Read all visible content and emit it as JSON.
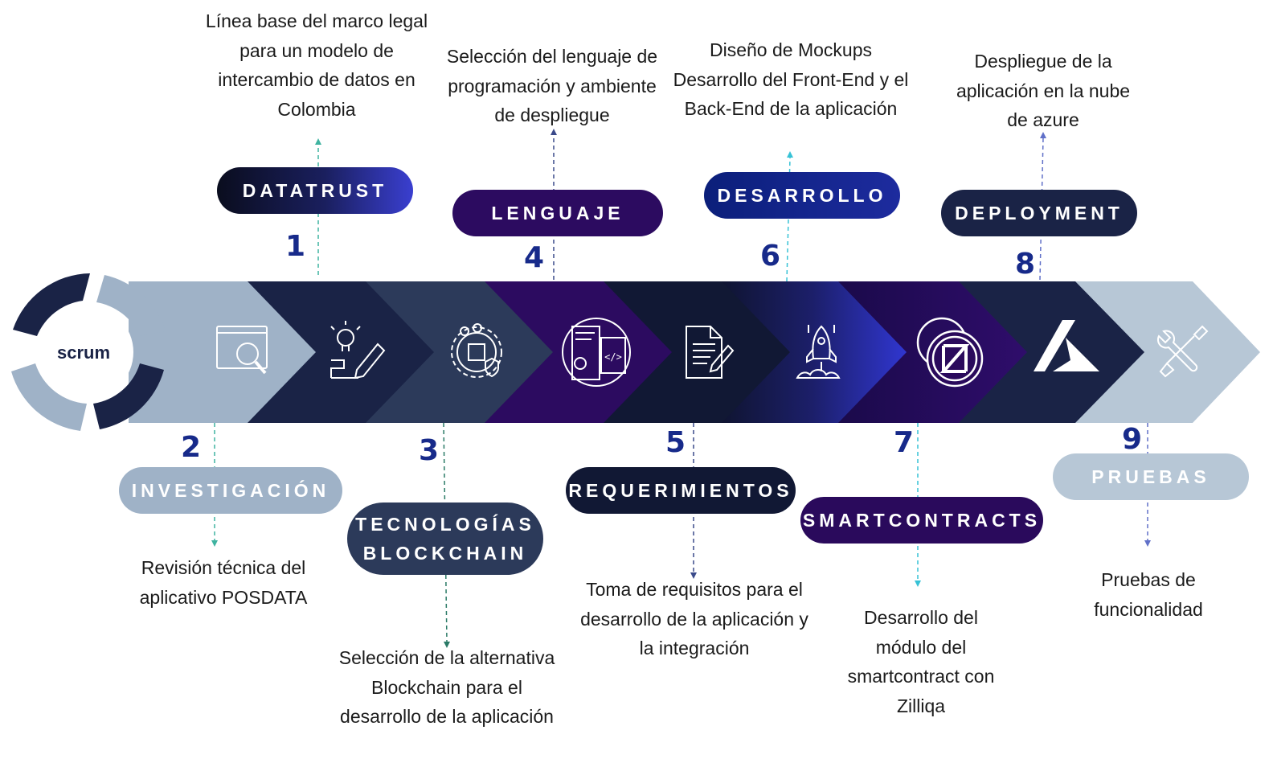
{
  "logo_label": "scrum",
  "steps": [
    {
      "number": "1",
      "title": "DATATRUST",
      "description": "Línea base del marco legal para un modelo de intercambio de datos en Colombia"
    },
    {
      "number": "2",
      "title": "INVESTIGACIÓN",
      "description": "Revisión técnica del aplicativo POSDATA"
    },
    {
      "number": "3",
      "title": "TECNOLOGÍAS BLOCKCHAIN",
      "title_line1": "TECNOLOGÍAS",
      "title_line2": "BLOCKCHAIN",
      "description": "Selección de la alternativa Blockchain para el desarrollo de la aplicación"
    },
    {
      "number": "4",
      "title": "LENGUAJE",
      "description": "Selección del lenguaje de programación y ambiente de despliegue"
    },
    {
      "number": "5",
      "title": "REQUERIMIENTOS",
      "description": "Toma de requisitos para el desarrollo de la aplicación y la integración"
    },
    {
      "number": "6",
      "title": "DESARROLLO",
      "description": "Diseño de Mockups Desarrollo del Front-End y el Back-End de la aplicación"
    },
    {
      "number": "7",
      "title": "SMARTCONTRACTS",
      "description": "Desarrollo del módulo del smartcontract con Zilliqa"
    },
    {
      "number": "8",
      "title": "DEPLOYMENT",
      "description": "Despliegue de la aplicación en la nube de azure"
    },
    {
      "number": "9",
      "title": "PRUEBAS",
      "description": "Pruebas de funcionalidad"
    }
  ],
  "icons": [
    "search-window-icon",
    "idea-pencil-icon",
    "blockchain-gear-icon",
    "code-settings-icon",
    "document-pen-icon",
    "rocket-icon",
    "zilliqa-coin-icon",
    "azure-logo-icon",
    "tools-icon"
  ],
  "colors": {
    "number": "#172a8a",
    "chevron_1": "#9fb2c7",
    "chevron_2": "#1a2346",
    "chevron_3": "#2c3a5a",
    "chevron_4": "#2c0b60",
    "chevron_5": "#111834",
    "chevron_6": "#2a2fc0",
    "chevron_7": "#2a0a5c",
    "chevron_8": "#1a2346",
    "chevron_9": "#b7c7d6"
  }
}
